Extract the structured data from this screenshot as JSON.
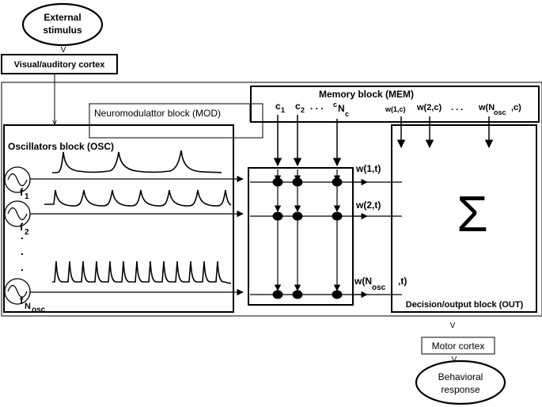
{
  "external_stimulus": {
    "line1": "External",
    "line2": "stimulus"
  },
  "arrow_glyph": "V",
  "visual_cortex": "Visual/auditory cortex",
  "memory_block": "Memory block (MEM)",
  "neuromod_block": "Neuromodulattor block (MOD)",
  "oscillators_block": "Oscillators block (OSC)",
  "decision_block": "Decision/output block (OUT)",
  "motor_cortex": "Motor cortex",
  "behavioral_response": {
    "line1": "Behavioral",
    "line2": "response"
  },
  "sum_symbol": "Σ",
  "ellipsis_dots": ". . .",
  "vertical_dot": ".",
  "memory_columns": [
    {
      "base": "c",
      "sub": "1"
    },
    {
      "base": "c",
      "sub": "2"
    },
    {
      "base": "",
      "pre": "c",
      "main": "N",
      "sub": "c"
    }
  ],
  "osc_labels": [
    {
      "base": "f",
      "sub": "1"
    },
    {
      "base": "f",
      "sub": "2"
    },
    {
      "base": "f",
      "sub": "N",
      "sub2": "osc"
    }
  ],
  "row_weights": [
    {
      "pre": "w(1,t)"
    },
    {
      "pre": "w(2,t)"
    },
    {
      "pre": "w(N",
      "sub": "osc",
      "post": ",t)"
    }
  ],
  "out_weights": [
    {
      "pre": "w(1,c)"
    },
    {
      "pre": "w(2,c)"
    },
    {
      "pre": "w(N",
      "sub": "osc",
      "post": ",c)"
    }
  ]
}
